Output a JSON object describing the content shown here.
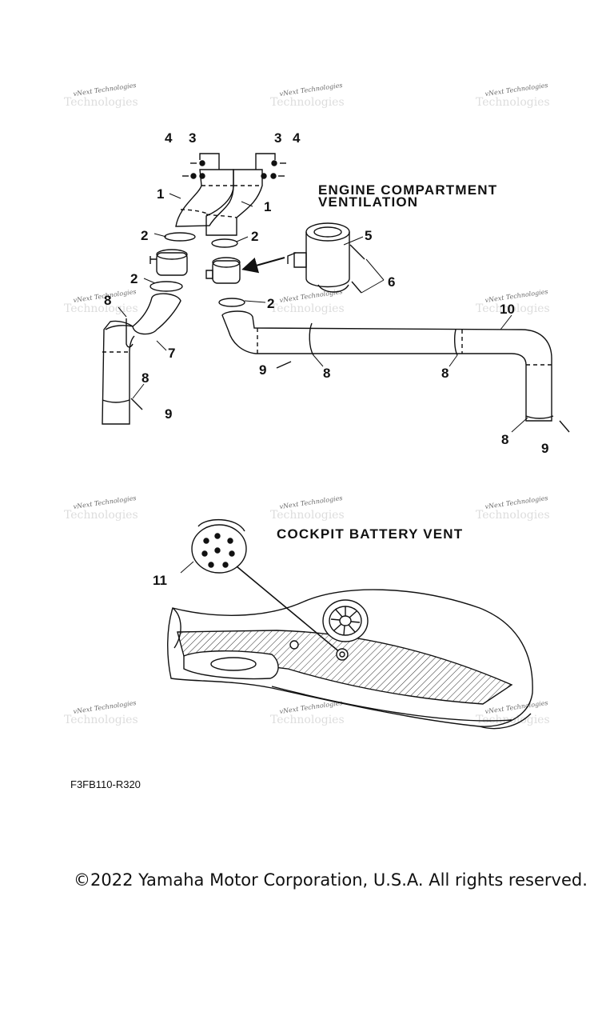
{
  "sections": {
    "engine_title_line1": "ENGINE COMPARTMENT",
    "engine_title_line2": "VENTILATION",
    "cockpit_title": "COCKPIT BATTERY VENT"
  },
  "watermark": {
    "line1": "vNext Technologies",
    "line2": "Technologies"
  },
  "callouts": {
    "c1": "1",
    "c2": "2",
    "c3": "3",
    "c4": "4",
    "c5": "5",
    "c6": "6",
    "c7": "7",
    "c8": "8",
    "c9": "9",
    "c10": "10",
    "c11": "11"
  },
  "footer": {
    "diagram_code": "F3FB110-R320",
    "copyright": "©2022 Yamaha Motor Corporation, U.S.A. All rights reserved."
  }
}
